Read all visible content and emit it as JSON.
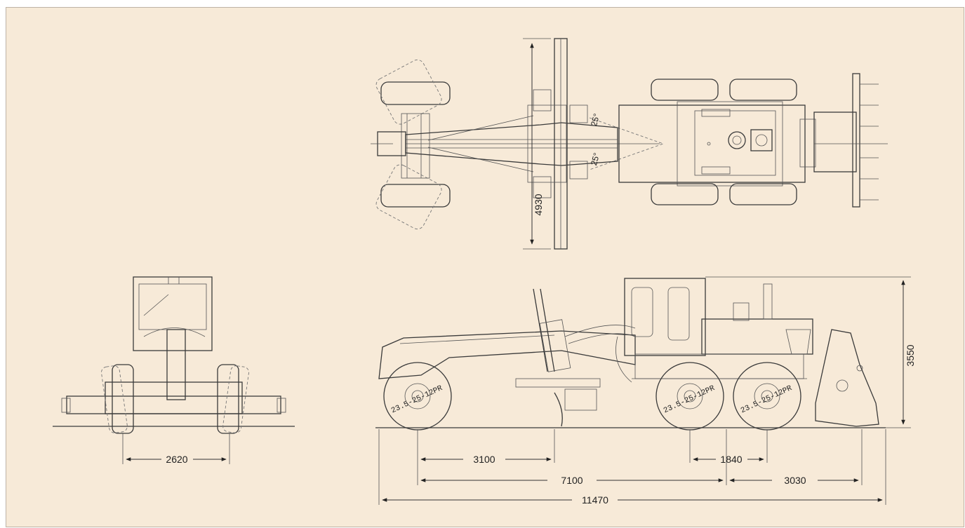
{
  "dimensions": {
    "track_width": "2620",
    "height": "3550",
    "blade_width": "4930",
    "front_to_blade": "3100",
    "tandem_spacing": "1840",
    "wheelbase": "7100",
    "rear_overhang": "3030",
    "overall_length": "11470"
  },
  "angles": {
    "blade_angle_upper": "25°",
    "blade_angle_lower": "25°"
  },
  "tires": {
    "front": "23.5-25-12PR",
    "rear_1": "23.5-25-12PR",
    "rear_2": "23.5-25-12PR"
  }
}
